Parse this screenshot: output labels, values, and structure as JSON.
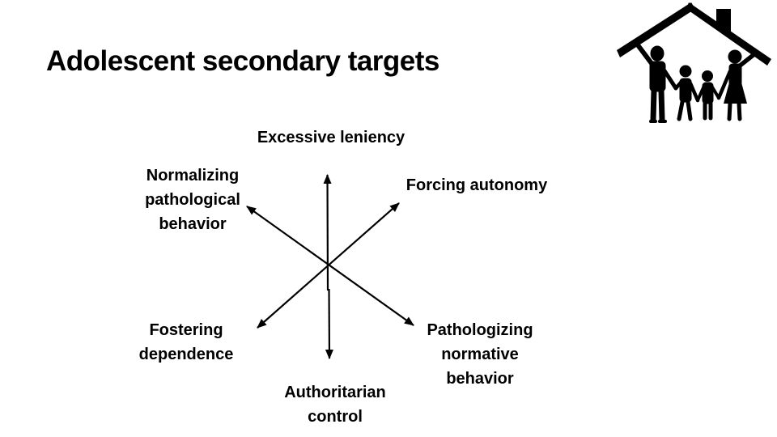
{
  "slide": {
    "title": "Adolescent secondary targets",
    "background": "#ffffff",
    "text_color": "#000000"
  },
  "diagram": {
    "type": "radial-arrows",
    "arrow_count": 6,
    "line_color": "#000000",
    "labels": {
      "top": "Excessive leniency",
      "upper_left": "Normalizing pathological behavior",
      "upper_right": "Forcing autonomy",
      "lower_left": "Fostering dependence",
      "lower_right": "Pathologizing normative behavior",
      "bottom": "Authoritarian control"
    }
  },
  "logo": {
    "name": "house-family-silhouette",
    "color": "#000000"
  }
}
